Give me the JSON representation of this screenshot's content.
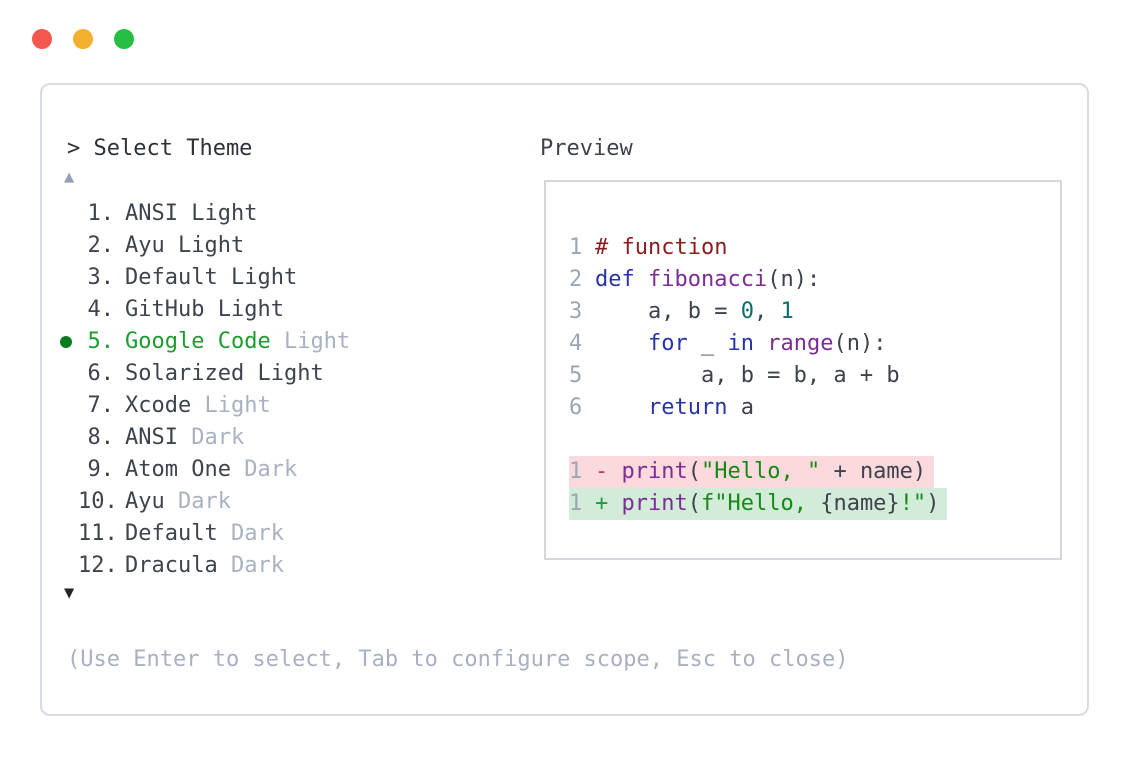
{
  "window": {
    "traffic_lights": [
      {
        "name": "close",
        "color": "#f4574f"
      },
      {
        "name": "minimize",
        "color": "#f3b02d"
      },
      {
        "name": "zoom",
        "color": "#27bf43"
      }
    ]
  },
  "selector": {
    "prompt": "> Select Theme",
    "scroll_up_glyph": "▲",
    "scroll_down_glyph": "▼",
    "items": [
      {
        "num": "1.",
        "name": "ANSI",
        "variant": "Light",
        "muted_variant": false,
        "selected": false
      },
      {
        "num": "2.",
        "name": "Ayu",
        "variant": "Light",
        "muted_variant": false,
        "selected": false
      },
      {
        "num": "3.",
        "name": "Default",
        "variant": "Light",
        "muted_variant": false,
        "selected": false
      },
      {
        "num": "4.",
        "name": "GitHub",
        "variant": "Light",
        "muted_variant": false,
        "selected": false
      },
      {
        "num": "5.",
        "name": "Google Code",
        "variant": "Light",
        "muted_variant": true,
        "selected": true
      },
      {
        "num": "6.",
        "name": "Solarized",
        "variant": "Light",
        "muted_variant": false,
        "selected": false
      },
      {
        "num": "7.",
        "name": "Xcode",
        "variant": "Light",
        "muted_variant": true,
        "selected": false
      },
      {
        "num": "8.",
        "name": "ANSI",
        "variant": "Dark",
        "muted_variant": true,
        "selected": false
      },
      {
        "num": "9.",
        "name": "Atom One",
        "variant": "Dark",
        "muted_variant": true,
        "selected": false
      },
      {
        "num": "10.",
        "name": "Ayu",
        "variant": "Dark",
        "muted_variant": true,
        "selected": false
      },
      {
        "num": "11.",
        "name": "Default",
        "variant": "Dark",
        "muted_variant": true,
        "selected": false
      },
      {
        "num": "12.",
        "name": "Dracula",
        "variant": "Dark",
        "muted_variant": true,
        "selected": false
      }
    ]
  },
  "preview": {
    "label": "Preview",
    "code_lines": [
      {
        "no": "1",
        "tokens": [
          {
            "t": "# function",
            "c": "comment"
          }
        ]
      },
      {
        "no": "2",
        "tokens": [
          {
            "t": "def",
            "c": "kw"
          },
          {
            "t": " ",
            "c": "plain"
          },
          {
            "t": "fibonacci",
            "c": "fn"
          },
          {
            "t": "(n):",
            "c": "plain"
          }
        ]
      },
      {
        "no": "3",
        "tokens": [
          {
            "t": "    a, b = ",
            "c": "plain"
          },
          {
            "t": "0",
            "c": "num"
          },
          {
            "t": ", ",
            "c": "plain"
          },
          {
            "t": "1",
            "c": "num"
          }
        ]
      },
      {
        "no": "4",
        "tokens": [
          {
            "t": "    ",
            "c": "plain"
          },
          {
            "t": "for",
            "c": "kw"
          },
          {
            "t": " _ ",
            "c": "plain"
          },
          {
            "t": "in",
            "c": "kw"
          },
          {
            "t": " ",
            "c": "plain"
          },
          {
            "t": "range",
            "c": "fn"
          },
          {
            "t": "(n):",
            "c": "plain"
          }
        ]
      },
      {
        "no": "5",
        "tokens": [
          {
            "t": "        a, b = b, a + b",
            "c": "plain"
          }
        ]
      },
      {
        "no": "6",
        "tokens": [
          {
            "t": "    ",
            "c": "plain"
          },
          {
            "t": "return",
            "c": "kw"
          },
          {
            "t": " a",
            "c": "plain"
          }
        ]
      }
    ],
    "diff_lines": [
      {
        "no": "1",
        "kind": "removed",
        "tokens": [
          {
            "t": "- ",
            "c": "minus"
          },
          {
            "t": "print",
            "c": "fn"
          },
          {
            "t": "(",
            "c": "plain"
          },
          {
            "t": "\"Hello, \"",
            "c": "str"
          },
          {
            "t": " + name)",
            "c": "plain"
          }
        ]
      },
      {
        "no": "1",
        "kind": "added",
        "tokens": [
          {
            "t": "+ ",
            "c": "plus"
          },
          {
            "t": "print",
            "c": "fn"
          },
          {
            "t": "(",
            "c": "plain"
          },
          {
            "t": "f\"Hello, ",
            "c": "str"
          },
          {
            "t": "{name}",
            "c": "plain"
          },
          {
            "t": "!\"",
            "c": "str"
          },
          {
            "t": ")",
            "c": "plain"
          }
        ]
      }
    ]
  },
  "footer": {
    "hint": "(Use Enter to select, Tab to configure scope, Esc to close)"
  },
  "colors": {
    "panel_border": "#d7dbe2",
    "preview_border": "#d4d8de",
    "text_primary": "#3d444d",
    "text_muted": "#a9b2c0",
    "selected_green": "#1e9c31",
    "bullet_green": "#0a7c1f",
    "syntax_comment": "#8a1d1d",
    "syntax_keyword": "#2834a5",
    "syntax_function": "#7c2d96",
    "syntax_number": "#0e6d6d",
    "syntax_string": "#148a14",
    "diff_removed_bg": "#fbd9dd",
    "diff_added_bg": "#d3ebd9",
    "line_number": "#9ba6b4"
  }
}
